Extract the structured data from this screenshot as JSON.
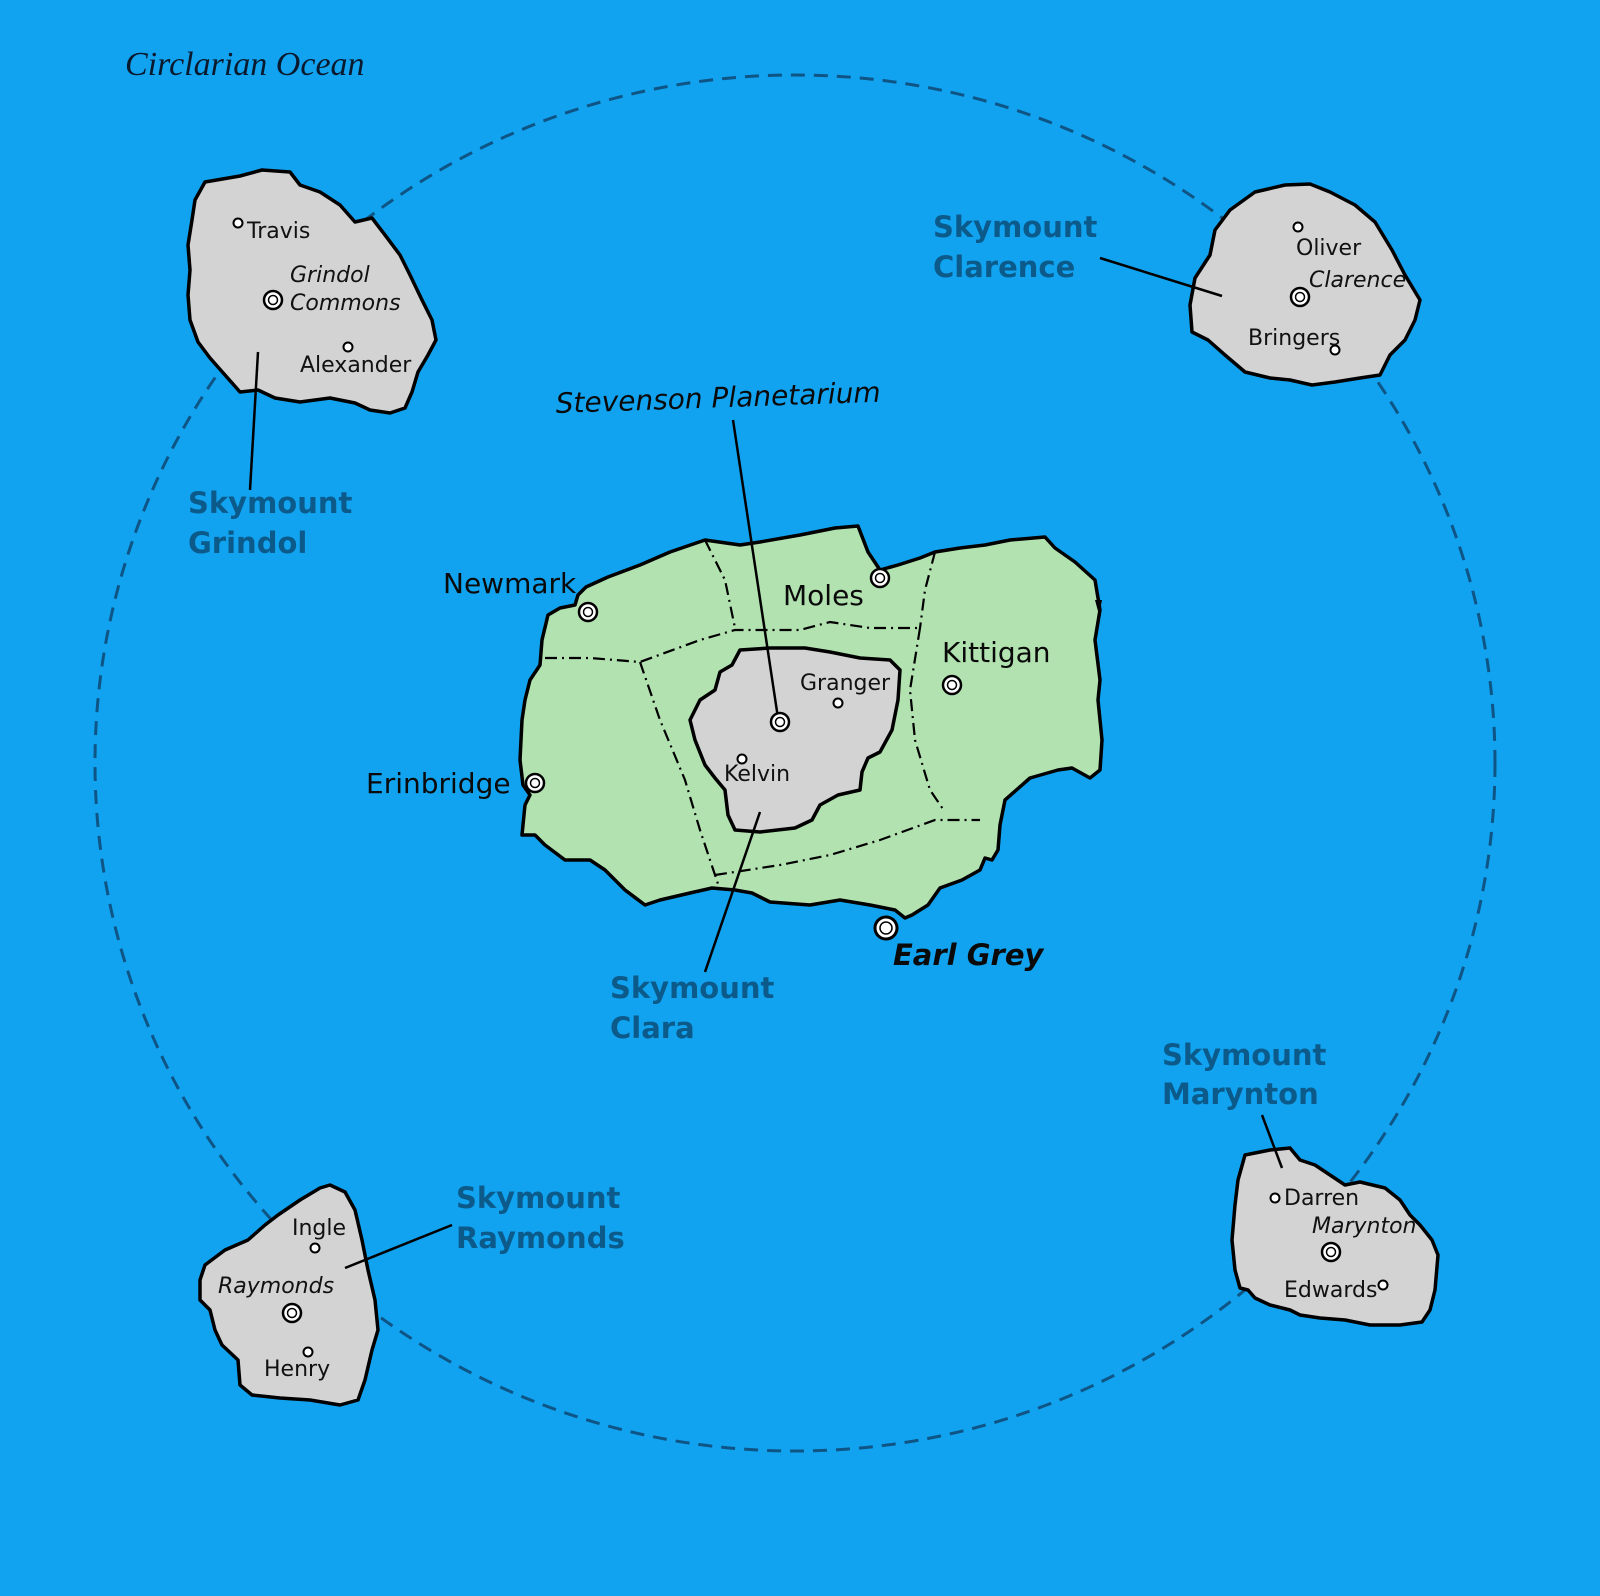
{
  "map": {
    "title": "Circlarian Ocean",
    "colors": {
      "ocean": "#12a3f0",
      "orbit_line": "#0e5585",
      "island_label": "#0b5a8a",
      "grey_land": "#d3d3d3",
      "green_land": "#b2e2b0"
    },
    "islands": {
      "grindol": {
        "label_line1": "Skymount",
        "label_line2": "Grindol",
        "capital_line1": "Grindol",
        "capital_line2": "Commons",
        "towns": [
          "Travis",
          "Alexander"
        ]
      },
      "clarence": {
        "label_line1": "Skymount",
        "label_line2": "Clarence",
        "capital": "Clarence",
        "towns": [
          "Oliver",
          "Bringers"
        ]
      },
      "clara": {
        "label_line1": "Skymount",
        "label_line2": "Clara",
        "landmark": "Stevenson Planetarium",
        "inner_towns": [
          "Granger",
          "Kelvin"
        ],
        "regions": [
          "Moles",
          "Kittigan"
        ],
        "ports": [
          "Newmark",
          "Erinbridge"
        ],
        "capital": "Earl Grey"
      },
      "raymonds": {
        "label_line1": "Skymount",
        "label_line2": "Raymonds",
        "capital": "Raymonds",
        "towns": [
          "Ingle",
          "Henry"
        ]
      },
      "marynton": {
        "label_line1": "Skymount",
        "label_line2": "Marynton",
        "capital": "Marynton",
        "towns": [
          "Darren",
          "Edwards"
        ]
      }
    }
  }
}
